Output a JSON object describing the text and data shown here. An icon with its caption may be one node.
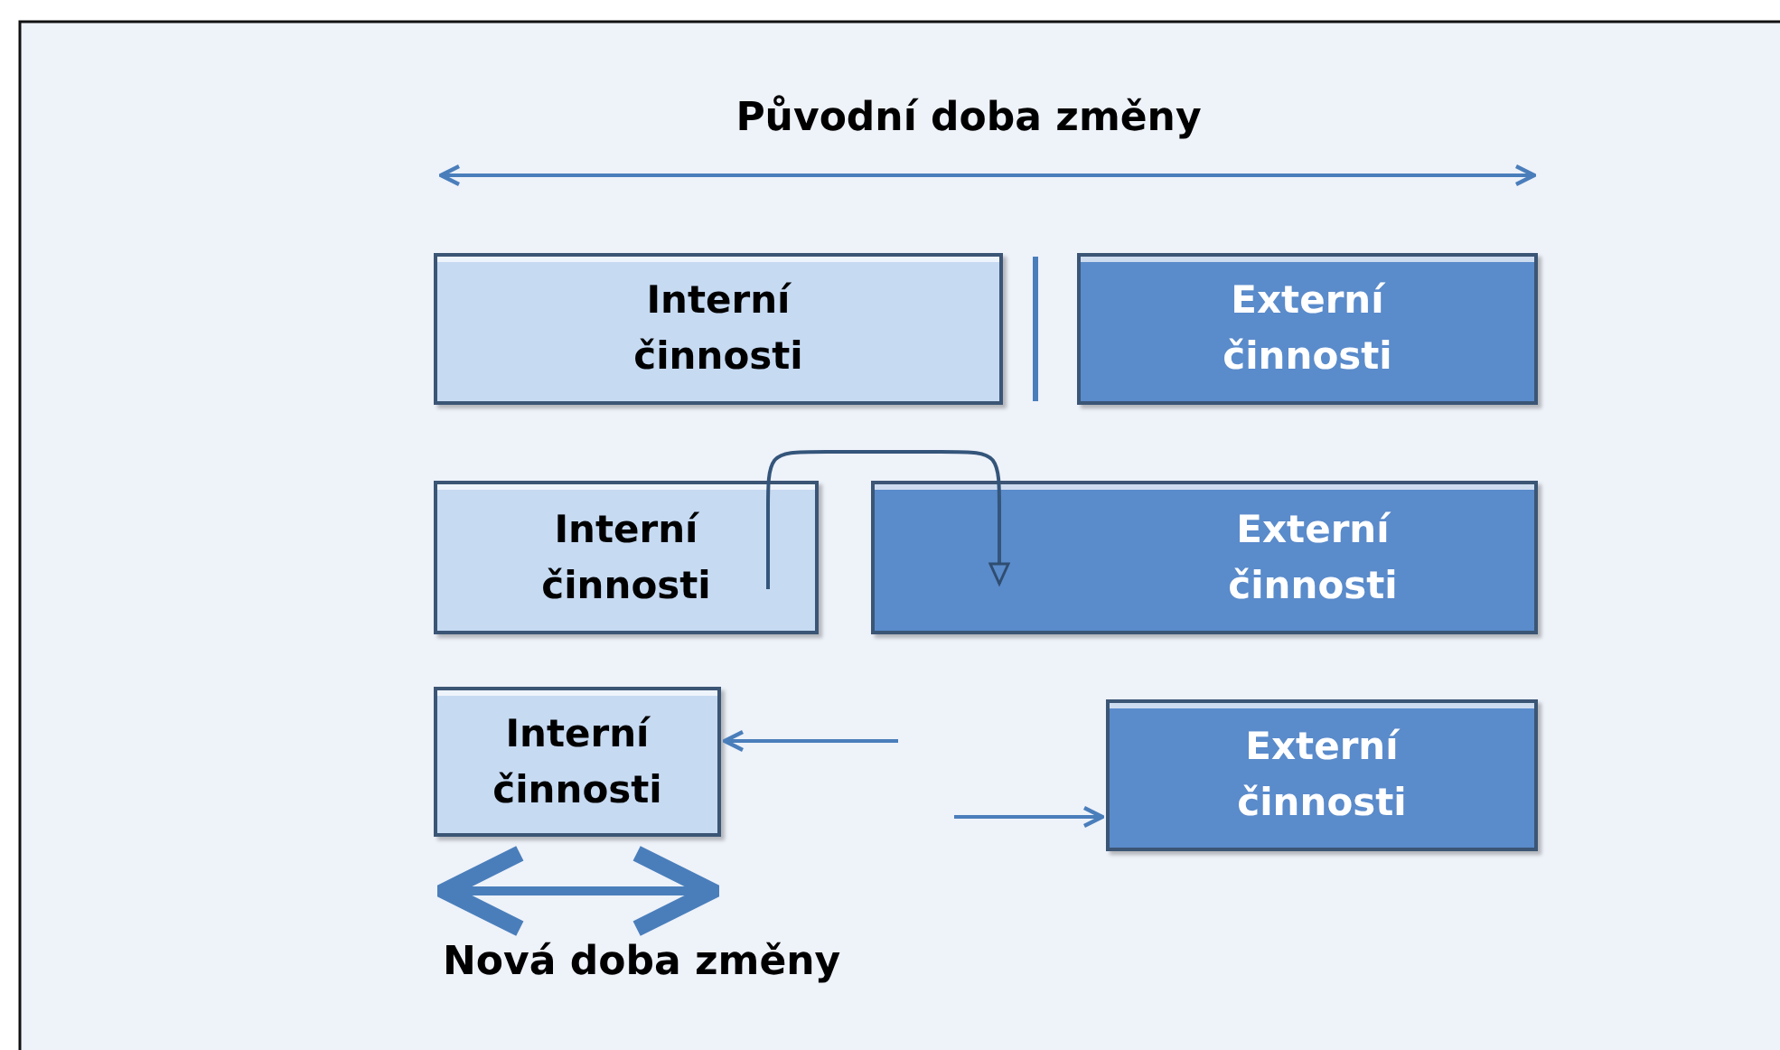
{
  "diagram": {
    "nodes": [
      {
        "text": [
          "Interní činnosti"
        ]
      },
      {
        "text": [
          "Externí činnosti"
        ]
      },
      {
        "text": [
          "Interní činnosti"
        ]
      },
      {
        "text": [
          "Externí činnosti"
        ]
      },
      {
        "text": [
          "Interní činnosti"
        ]
      },
      {
        "text": [
          "Externí činnosti"
        ]
      }
    ],
    "edges": [
      {
        "from": 2,
        "to": 3,
        "arrow": "to"
      },
      {
        "from": null,
        "to": 4,
        "arrow": "to"
      },
      {
        "from": null,
        "to": 5,
        "arrow": "to"
      }
    ],
    "labels": [
      "Původní doba změny",
      "Nová doba změny"
    ]
  }
}
